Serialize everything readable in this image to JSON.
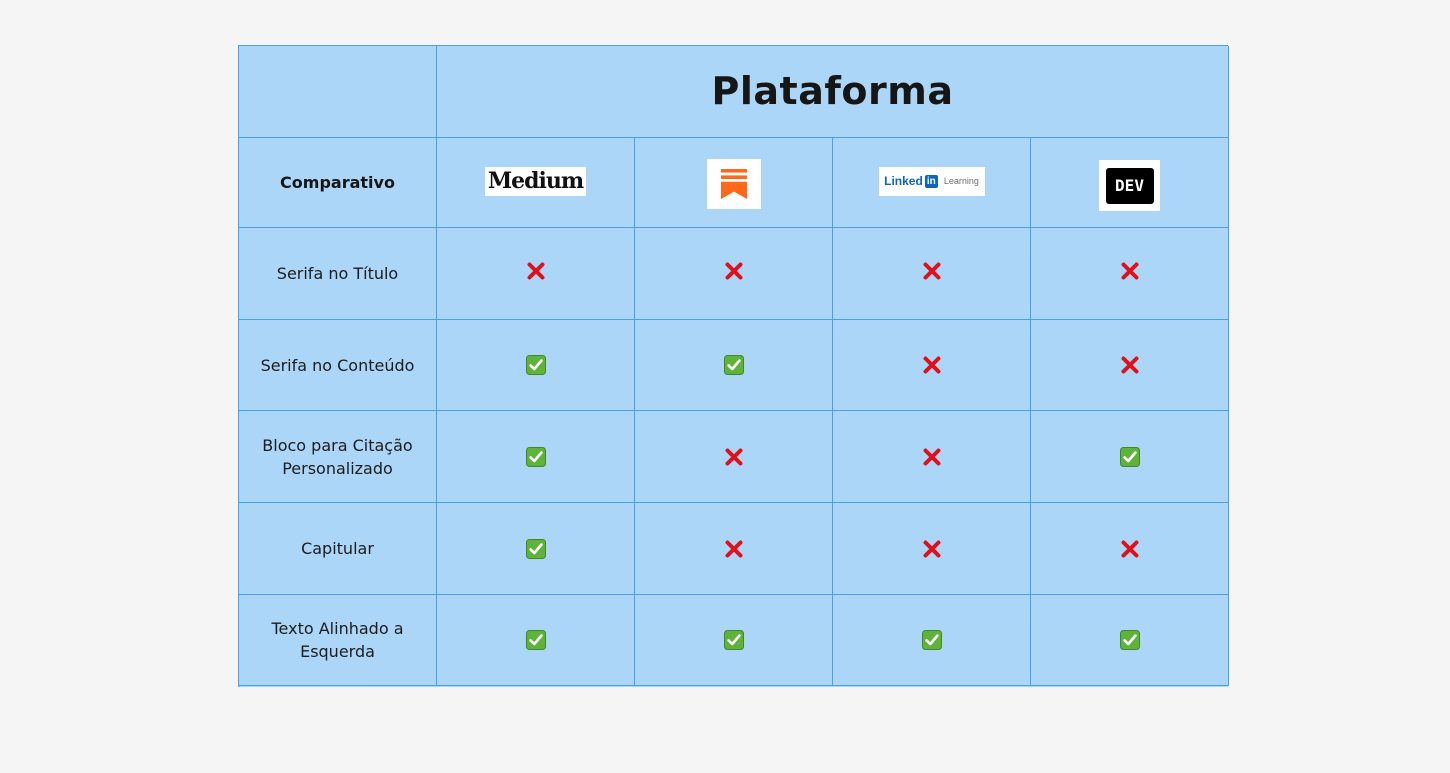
{
  "table": {
    "title": "Plataforma",
    "header_label": "Comparativo",
    "platforms": [
      {
        "logo": "medium-logo",
        "logo_text": "Medium"
      },
      {
        "logo": "substack-logo"
      },
      {
        "logo": "linkedin-learning-logo",
        "logo_text": "Linked",
        "logo_box_text": "in",
        "logo_subtext": "Learning"
      },
      {
        "logo": "dev-logo",
        "logo_text": "DEV"
      }
    ],
    "rows": [
      {
        "label": "Serifa no Título",
        "values": [
          false,
          false,
          false,
          false
        ]
      },
      {
        "label": "Serifa no Conteúdo",
        "values": [
          true,
          true,
          false,
          false
        ]
      },
      {
        "label": "Bloco para Citação Personalizado",
        "values": [
          true,
          false,
          false,
          true
        ]
      },
      {
        "label": "Capitular",
        "values": [
          true,
          false,
          false,
          false
        ]
      },
      {
        "label": "Texto Alinhado a Esquerda",
        "values": [
          true,
          true,
          true,
          true
        ]
      }
    ]
  },
  "icons": {
    "yes": "check-mark-icon",
    "no": "cross-mark-icon"
  },
  "colors": {
    "cell_background": "#acd6f8",
    "grid_lines": "#4a9fe6",
    "check_green": "#5fb33a",
    "cross_red": "#e0101a",
    "substack_orange": "#ff6719",
    "linkedin_blue": "#0a66c2"
  }
}
